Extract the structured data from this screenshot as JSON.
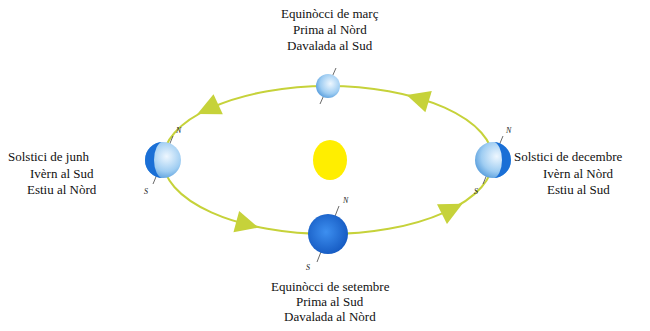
{
  "diagram": {
    "labels": [
      "Equinòcci de març",
      "Prima al Nòrd",
      "Davalada al Sud",
      "Solstici de junh",
      "Ivèrn al Sud",
      "Estiu al Nòrd",
      "Solstici de decembre",
      "Ivèrn al Nòrd",
      "Estiu al Sud",
      "Equinòcci de setembre",
      "Prima al Sud",
      "Davalada al Nòrd",
      "N",
      "S",
      "N",
      "S",
      "N",
      "S"
    ]
  }
}
